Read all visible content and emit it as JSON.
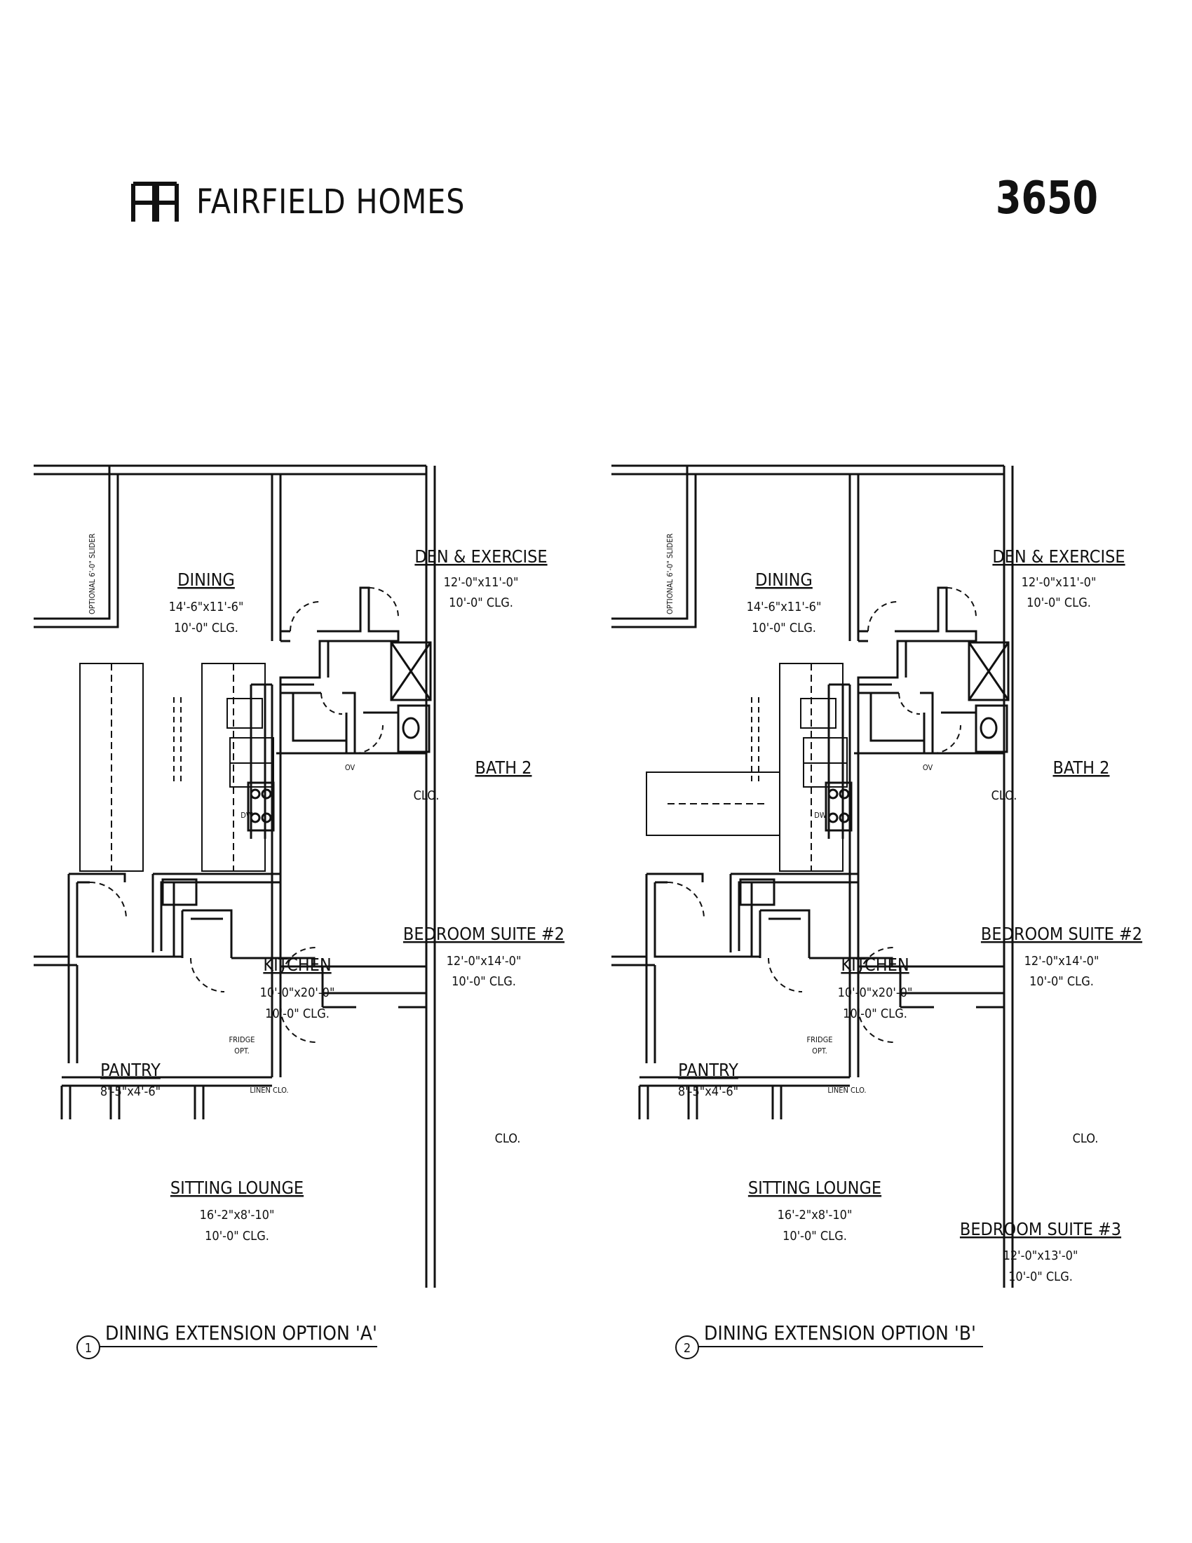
{
  "header": {
    "brand_name": "FAIRFIELD HOMES",
    "logo_icon": "fh-monogram-icon",
    "plan_number": "3650"
  },
  "plans": [
    {
      "number": "1",
      "caption": "DINING EXTENSION OPTION 'A'",
      "slider": "OPTIONAL 6'-0\" SLIDER",
      "dining": {
        "name": "DINING",
        "size": "14'-6\"x11'-6\"",
        "ceiling": "10'-0\" CLG."
      },
      "den": {
        "name": "DEN & EXERCISE",
        "size": "12'-0\"x11'-0\"",
        "ceiling": "10'-0\" CLG."
      },
      "bath": {
        "name": "BATH 2"
      },
      "closet_upper": "CLO.",
      "oven": "OV",
      "dishwasher": "DW",
      "kitchen": {
        "name": "KITCHEN",
        "size": "10'-0\"x20'-0\"",
        "ceiling": "10'-0\" CLG."
      },
      "bedroom2": {
        "name": "BEDROOM SUITE #2",
        "size": "12'-0\"x14'-0\"",
        "ceiling": "10'-0\" CLG."
      },
      "fridge": [
        "FRIDGE",
        "OPT."
      ],
      "pantry": {
        "name": "PANTRY",
        "size": "8'-5\"x4'-6\""
      },
      "linen": "LINEN CLO.",
      "closet_lower": "CLO.",
      "lounge": {
        "name": "SITTING LOUNGE",
        "size": "16'-2\"x8'-10\"",
        "ceiling": "10'-0\" CLG."
      }
    },
    {
      "number": "2",
      "caption": "DINING EXTENSION OPTION 'B'",
      "slider": "OPTIONAL 6'-0\" SLIDER",
      "dining": {
        "name": "DINING",
        "size": "14'-6\"x11'-6\"",
        "ceiling": "10'-0\" CLG."
      },
      "den": {
        "name": "DEN & EXERCISE",
        "size": "12'-0\"x11'-0\"",
        "ceiling": "10'-0\" CLG."
      },
      "bath": {
        "name": "BATH 2"
      },
      "closet_upper": "CLO.",
      "oven": "OV",
      "dishwasher": "DW",
      "kitchen": {
        "name": "KITCHEN",
        "size": "10'-0\"x20'-0\"",
        "ceiling": "10'-0\" CLG."
      },
      "bedroom2": {
        "name": "BEDROOM SUITE #2",
        "size": "12'-0\"x14'-0\"",
        "ceiling": "10'-0\" CLG."
      },
      "fridge": [
        "FRIDGE",
        "OPT."
      ],
      "pantry": {
        "name": "PANTRY",
        "size": "8'-5\"x4'-6\""
      },
      "linen": "LINEN CLO.",
      "closet_lower": "CLO.",
      "lounge": {
        "name": "SITTING LOUNGE",
        "size": "16'-2\"x8'-10\"",
        "ceiling": "10'-0\" CLG."
      },
      "bedroom3": {
        "name": "BEDROOM SUITE #3",
        "size": "12'-0\"x13'-0\"",
        "ceiling": "10'-0\" CLG."
      }
    }
  ]
}
